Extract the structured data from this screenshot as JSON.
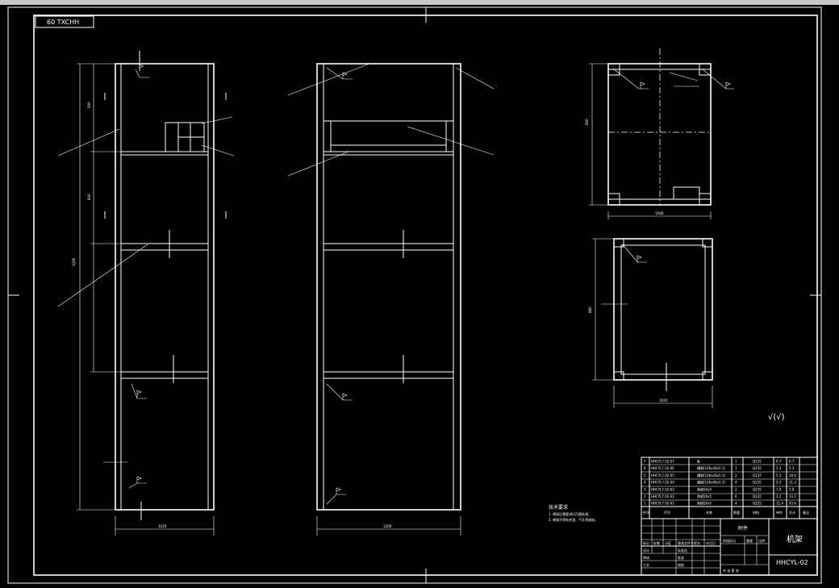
{
  "drawing": {
    "stamp_label": "60 TXCHH",
    "drawing_number": "HHCYL-02",
    "drawing_title": "机架",
    "roughness_mark": "√(√)"
  },
  "tech_requirements": {
    "title": "技术要求",
    "lines": [
      "1. 焊接后需要进行打磨处理,",
      "2. 焊接不得有夹渣、气孔等缺陷。"
    ]
  },
  "bom": {
    "columns": [
      "序号",
      "代号",
      "名称",
      "数量",
      "材料",
      "单件",
      "总计",
      "备注"
    ],
    "rows": [
      {
        "no": "7",
        "code": "HHCYL7.02-07",
        "name": "板",
        "qty": "1",
        "mat": "Q235",
        "w1": "0.7",
        "w2": "0.7"
      },
      {
        "no": "6",
        "code": "HHCYL7.02-06",
        "name": "槽钢(100x48x5.3)",
        "qty": "1",
        "mat": "Q235",
        "w1": "5.3",
        "w2": "5.3"
      },
      {
        "no": "5",
        "code": "HHCYL7.02-05",
        "name": "槽钢(100x48x5.3)",
        "qty": "2",
        "mat": "Q235",
        "w1": "5.3",
        "w2": "10.6"
      },
      {
        "no": "4",
        "code": "HHCYL7.02-04",
        "name": "槽钢(100x48x5.3)",
        "qty": "4",
        "mat": "Q235",
        "w1": "5.3",
        "w2": "21.2"
      },
      {
        "no": "3",
        "code": "HHCYL7.02-03",
        "name": "角钢50x5",
        "qty": "2",
        "mat": "Q235",
        "w1": "1.9",
        "w2": "3.8"
      },
      {
        "no": "2",
        "code": "HHCYL7.02-02",
        "name": "角钢50x5",
        "qty": "6",
        "mat": "Q235",
        "w1": "2.2",
        "w2": "13.2"
      },
      {
        "no": "1",
        "code": "HHCYL7.02-01",
        "name": "角钢50x5",
        "qty": "4",
        "mat": "Q235",
        "w1": "11.4",
        "w2": "45.6"
      }
    ]
  },
  "title_block": {
    "assembly_label": "附件",
    "labels": [
      "标记",
      "处数",
      "分区",
      "更改文件号",
      "签名",
      "年月日",
      "设计",
      "审核",
      "工艺",
      "标准化",
      "批准",
      "阶段标记",
      "重量",
      "比例",
      "共 张 第 张",
      "校核"
    ]
  }
}
